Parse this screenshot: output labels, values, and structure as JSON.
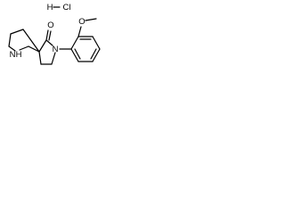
{
  "molecule": {
    "salt": "HCl",
    "atoms": {
      "amine_n": "N",
      "amine_h": "H",
      "lactam_n": "N",
      "carbonyl_o": "O",
      "ether_o": "O",
      "hcl_h": "H",
      "hcl_cl": "Cl"
    }
  },
  "colors": {
    "ink": "#000000",
    "background": "#ffffff"
  }
}
